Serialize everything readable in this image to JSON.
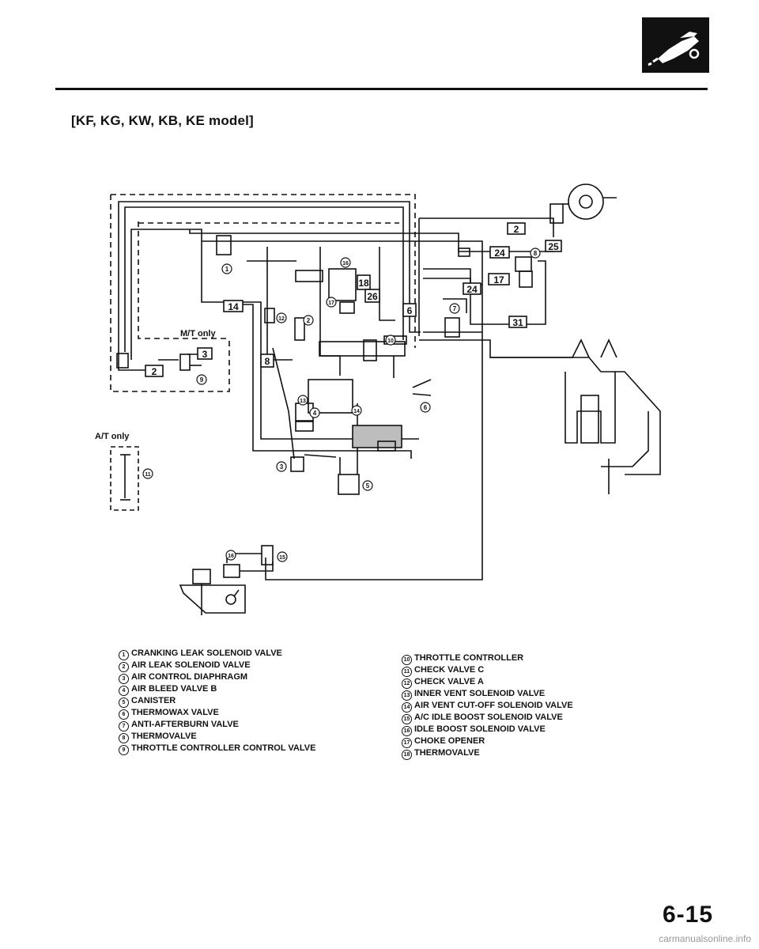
{
  "header": {
    "title": "[KF, KG, KW, KB, KE model]",
    "badge_icon": "fuel-nozzle-icon"
  },
  "diagram": {
    "labels": {
      "mt_only": "M/T only",
      "at_only": "A/T only"
    },
    "hose_numbers": [
      "2",
      "25",
      "24",
      "24",
      "17",
      "31",
      "14",
      "18",
      "26",
      "6",
      "8",
      "3",
      "2"
    ],
    "callouts": [
      "1",
      "2",
      "3",
      "4",
      "5",
      "6",
      "7",
      "8",
      "9",
      "10",
      "11",
      "12",
      "13",
      "14",
      "15",
      "16",
      "17",
      "18"
    ]
  },
  "legend": {
    "left": [
      {
        "num": "1",
        "text": "CRANKING LEAK SOLENOID VALVE"
      },
      {
        "num": "2",
        "text": "AIR LEAK SOLENOID VALVE"
      },
      {
        "num": "3",
        "text": "AIR CONTROL DIAPHRAGM"
      },
      {
        "num": "4",
        "text": "AIR BLEED VALVE B"
      },
      {
        "num": "5",
        "text": "CANISTER"
      },
      {
        "num": "6",
        "text": "THERMOWAX VALVE"
      },
      {
        "num": "7",
        "text": "ANTI-AFTERBURN VALVE"
      },
      {
        "num": "8",
        "text": "THERMOVALVE"
      },
      {
        "num": "9",
        "text": "THROTTLE CONTROLLER CONTROL VALVE"
      }
    ],
    "right": [
      {
        "num": "10",
        "text": "THROTTLE CONTROLLER"
      },
      {
        "num": "11",
        "text": "CHECK VALVE C"
      },
      {
        "num": "12",
        "text": "CHECK VALVE A"
      },
      {
        "num": "13",
        "text": "INNER VENT SOLENOID VALVE"
      },
      {
        "num": "14",
        "text": "AIR VENT CUT-OFF SOLENOID VALVE"
      },
      {
        "num": "15",
        "text": "A/C IDLE BOOST SOLENOID VALVE"
      },
      {
        "num": "16",
        "text": "IDLE BOOST SOLENOID VALVE"
      },
      {
        "num": "17",
        "text": "CHOKE OPENER"
      },
      {
        "num": "18",
        "text": "THERMOVALVE"
      }
    ]
  },
  "footer": {
    "page_number": "6-15",
    "watermark": "carmanualsonline.info"
  },
  "colors": {
    "ink": "#111111",
    "paper": "#ffffff",
    "watermark": "#9a9a9a"
  }
}
